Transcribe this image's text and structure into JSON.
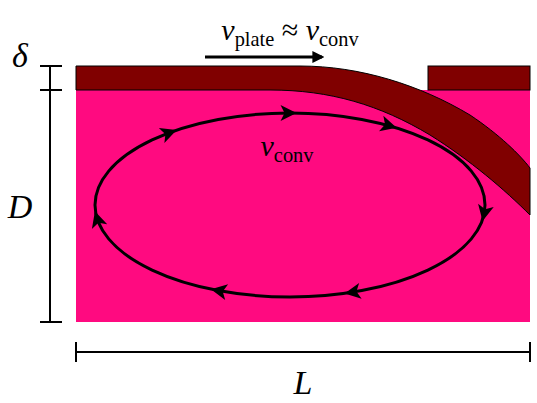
{
  "diagram": {
    "labels": [
      "vplate ≈ vconv",
      "vconv",
      "δ",
      "D",
      "L"
    ]
  }
}
